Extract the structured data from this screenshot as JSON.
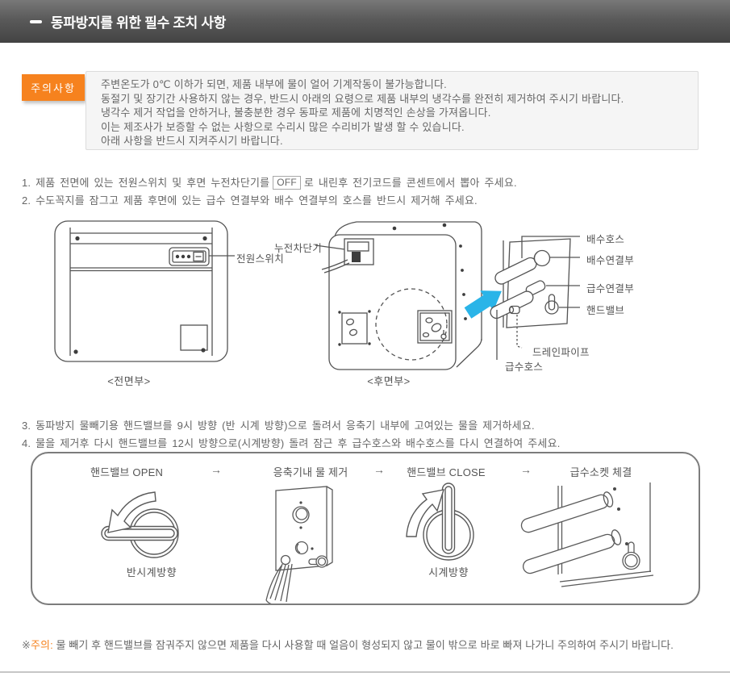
{
  "header": {
    "title": "동파방지를 위한 필수 조치 사항"
  },
  "icons": {
    "header_dash": "—",
    "flow_arrow": "→",
    "zoom_arrow": "cyan-up-right-arrow"
  },
  "caution": {
    "label": "주의사항",
    "lines": [
      "주변온도가 0℃ 이하가 되면, 제품 내부에 물이 얼어 기계작동이 불가능합니다.",
      "동절기 및 장기간 사용하지 않는 경우, 반드시 아래의 요령으로 제품 내부의 냉각수를 완전히 제거하여 주시기 바랍니다.",
      "냉각수 제거 작업을 안하거나, 불충분한 경우 동파로 제품에 치명적인 손상을 가져옵니다.",
      "이는 제조사가 보증할 수 없는 사항으로 수리시 많은 수리비가 발생 할 수 있습니다.",
      "아래 사항을 반드시 지켜주시기 바랍니다."
    ]
  },
  "instructions_top": [
    {
      "num": "1.",
      "pre": "제품 전면에 있는 전원스위치 및 후면 누전차단기를",
      "switch_label": "OFF",
      "post": "로 내린후 전기코드를 콘센트에서 뽑아 주세요."
    },
    {
      "num": "2.",
      "text": "수도꼭지를 잠그고 제품 후면에 있는 급수 연결부와 배수 연결부의 호스를 반드시 제거해 주세요."
    }
  ],
  "diagram": {
    "front_caption": "<전면부>",
    "rear_caption": "<후면부>",
    "labels": {
      "power_switch": "전원스위치",
      "breaker": "누전차단기",
      "drain_hose": "배수호스",
      "drain_connector": "배수연결부",
      "supply_connector": "급수연결부",
      "hand_valve": "핸드밸브",
      "drain_pipe": "드레인파이프",
      "supply_hose": "급수호스"
    }
  },
  "instructions_bottom": [
    {
      "num": "3.",
      "text": "동파방지 물빼기용 핸드밸브를 9시 방향 (반 시계 방향)으로 돌려서 응축기 내부에 고여있는 물을 제거하세요."
    },
    {
      "num": "4.",
      "text": "물을 제거후 다시 핸드밸브를 12시 방향으로(시계방향) 돌려 잠근 후 급수호스와 배수호스를 다시 연결하여 주세요."
    }
  ],
  "steps": {
    "arrow": "→",
    "items": [
      {
        "title": "핸드밸브 OPEN",
        "caption": "반시계방향"
      },
      {
        "title": "응축기내 물 제거",
        "caption": ""
      },
      {
        "title": "핸드밸브 CLOSE",
        "caption": "시계방향"
      },
      {
        "title": "급수소켓 체결",
        "caption": ""
      }
    ]
  },
  "footnote": {
    "marker": "※",
    "label": "주의:",
    "text": " 물 빼기 후 핸드밸브를 잠궈주지 않으면 제품을 다시 사용할 때 얼음이 형성되지 않고 물이 밖으로 바로 빠져 나가니 주의하여 주시기 바랍니다."
  },
  "colors": {
    "accent_orange": "#f6821e",
    "zoom_arrow_cyan": "#2ab4e8",
    "header_dark": "#4a4a4a"
  }
}
